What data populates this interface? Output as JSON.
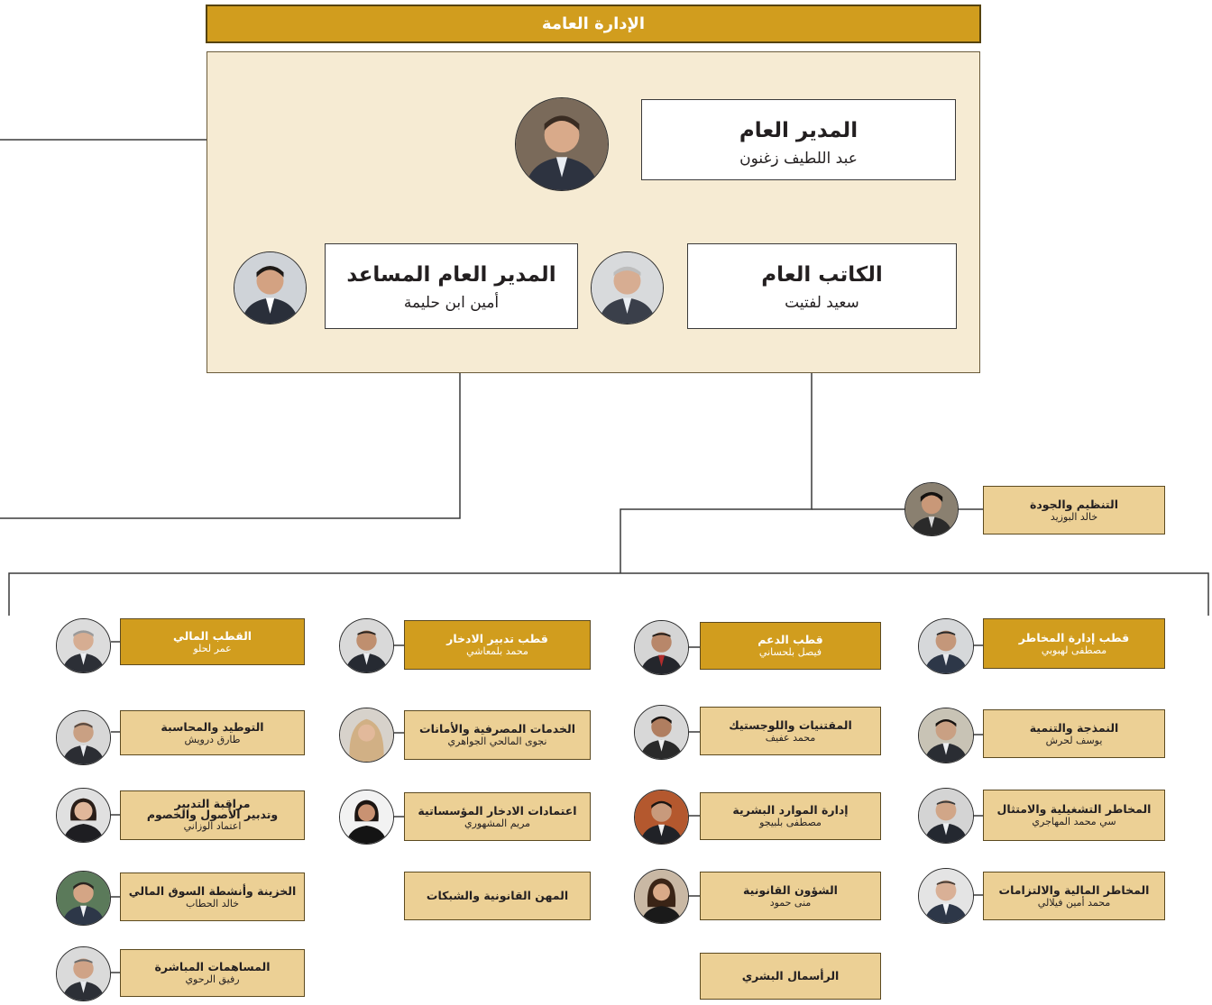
{
  "header": {
    "title": "الإدارة العامة"
  },
  "executives": {
    "ceo": {
      "title": "المدير العام",
      "name": "عبد اللطيف زغنون"
    },
    "deputy": {
      "title": "المدير العام المساعد",
      "name": "أمين ابن حليمة"
    },
    "secretary": {
      "title": "الكاتب العام",
      "name": "سعيد لفتيت"
    }
  },
  "quality": {
    "title": "التنظيم والجودة",
    "name": "خالد البوزيد"
  },
  "columns": {
    "risk": {
      "head": {
        "title": "قطب إدارة المخاطر",
        "name": "مصطفى لهبوبي"
      },
      "items": [
        {
          "title": "النمذجة والتنمية",
          "name": "يوسف لحرش"
        },
        {
          "title": "المخاطر التشغيلية والامتثال",
          "name": "سي محمد المهاجري"
        },
        {
          "title": "المخاطر المالية والالتزامات",
          "name": "محمد أمين فيلالي"
        }
      ]
    },
    "support": {
      "head": {
        "title": "قطب الدعم",
        "name": "فيصل بلحساني"
      },
      "items": [
        {
          "title": "المقتنيات واللوجستيك",
          "name": "محمد عفيف"
        },
        {
          "title": "إدارة الموارد البشرية",
          "name": "مصطفى بلبيجو"
        },
        {
          "title": "الشؤون القانونية",
          "name": "منى حمود"
        },
        {
          "title": "الرأسمال البشري",
          "name": ""
        }
      ]
    },
    "savings": {
      "head": {
        "title": "قطب تدبير الادخار",
        "name": "محمد بلمعاشي"
      },
      "items": [
        {
          "title": "الخدمات المصرفية والأمانات",
          "name": "نجوى المالحي الجواهري"
        },
        {
          "title": "اعتمادات الادخار المؤسساتية",
          "name": "مريم المشهوري"
        },
        {
          "title": "المهن القانونية والشبكات",
          "name": ""
        }
      ]
    },
    "finance": {
      "head": {
        "title": "القطب المالي",
        "name": "عمر لحلو"
      },
      "items": [
        {
          "title": "التوطيد والمحاسبة",
          "name": "طارق درويش"
        },
        {
          "title": "مراقبة التدبير\nوتدبير الأصول والخصوم",
          "name": "اعتماد الوزاني"
        },
        {
          "title": "الخزينة وأنشطة السوق المالي",
          "name": "خالد الحطاب"
        },
        {
          "title": "المساهمات المباشرة",
          "name": "رفيق الرحوي"
        }
      ]
    }
  },
  "colors": {
    "gold": "#d19d1e",
    "tan": "#ecd095",
    "panel": "#f6ebd3",
    "line": "#3a3a3a"
  }
}
